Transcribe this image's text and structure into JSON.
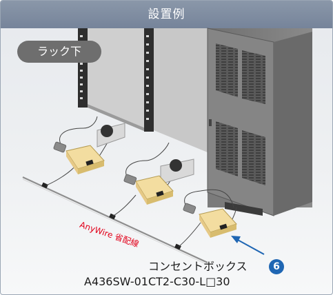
{
  "header": {
    "title": "設置例"
  },
  "tag": {
    "label": "ラック下"
  },
  "wire": {
    "label": "AnyWire 省配線"
  },
  "box": {
    "name": "コンセントボックス",
    "number": "6",
    "model": "A436SW-01CT2-C30-L□30"
  },
  "colors": {
    "header": "#7f8ca0",
    "wire_label": "#e2001a",
    "badge": "#1f66b3",
    "outlet_box": "#f3dda0"
  }
}
